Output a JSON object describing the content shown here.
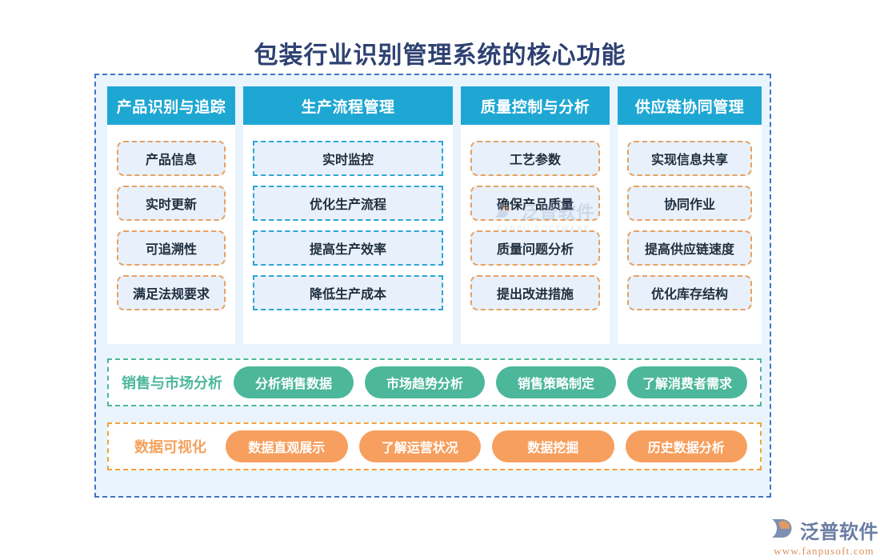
{
  "page": {
    "title": "包装行业识别管理系统的核心功能",
    "title_color": "#2e4172",
    "background": "#ffffff"
  },
  "colors": {
    "outer_border": "#4273c8",
    "outer_fill": "#e9f4fd",
    "header_bg": "#1ea7d3",
    "item_border_orange": "#e8a05e",
    "item_border_cyan": "#2ba6d8",
    "item_fill": "#e8f1fb",
    "green": "#4cb79a",
    "orange": "#f79f5e",
    "orange_row_border": "#f2a23c"
  },
  "columns": [
    {
      "header": "产品识别与追踪",
      "item_style": "orange",
      "items": [
        "产品信息",
        "实时更新",
        "可追溯性",
        "满足法规要求"
      ]
    },
    {
      "header": "生产流程管理",
      "item_style": "cyan",
      "items": [
        "实时监控",
        "优化生产流程",
        "提高生产效率",
        "降低生产成本"
      ]
    },
    {
      "header": "质量控制与分析",
      "item_style": "orange",
      "items": [
        "工艺参数",
        "确保产品质量",
        "质量问题分析",
        "提出改进措施"
      ]
    },
    {
      "header": "供应链协同管理",
      "item_style": "orange",
      "items": [
        "实现信息共享",
        "协同作业",
        "提高供应链速度",
        "优化库存结构"
      ]
    }
  ],
  "wide_rows": [
    {
      "label": "销售与市场分析",
      "theme": "green",
      "pills": [
        "分析销售数据",
        "市场趋势分析",
        "销售策略制定",
        "了解消费者需求"
      ]
    },
    {
      "label": "数据可视化",
      "theme": "orange",
      "pills": [
        "数据直观展示",
        "了解运营状况",
        "数据挖掘",
        "历史数据分析"
      ]
    }
  ],
  "watermark": {
    "brand": "泛普软件",
    "sub": "FANPU SOFTWARE"
  },
  "footer_logo": {
    "brand": "泛普软件",
    "url": "www.fanpusoft.com"
  }
}
